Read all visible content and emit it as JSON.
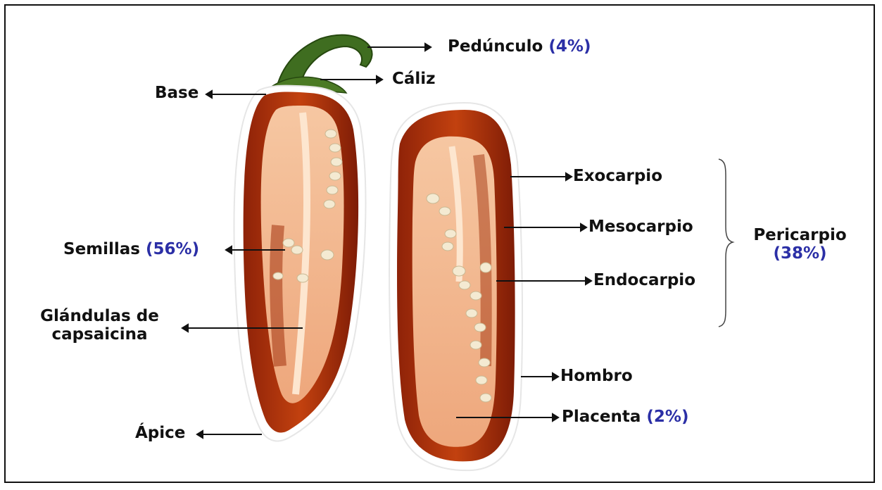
{
  "labels": {
    "pedunculo": {
      "text": "Pedúnculo",
      "pct": "(4%)"
    },
    "caliz": {
      "text": "Cáliz"
    },
    "base": {
      "text": "Base"
    },
    "exocarpio": {
      "text": "Exocarpio"
    },
    "mesocarpio": {
      "text": "Mesocarpio"
    },
    "endocarpio": {
      "text": "Endocarpio"
    },
    "pericarpio": {
      "text": "Pericarpio",
      "pct": "(38%)"
    },
    "semillas": {
      "text": "Semillas",
      "pct": "(56%)"
    },
    "glandulas": {
      "line1": "Glándulas de",
      "line2": "capsaicina"
    },
    "hombro": {
      "text": "Hombro"
    },
    "placenta": {
      "text": "Placenta",
      "pct": "(2%)"
    },
    "apice": {
      "text": "Ápice"
    }
  },
  "colors": {
    "percent": "#2b2fa6",
    "skin": "#b8360f",
    "flesh": "#f2b48c",
    "stem": "#3d6b1f"
  }
}
